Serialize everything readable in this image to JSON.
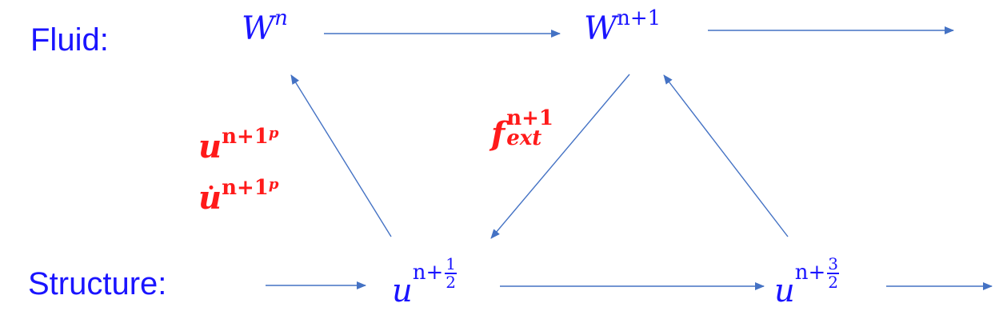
{
  "labels": {
    "fluid": "Fluid:",
    "structure": "Structure:"
  },
  "nodes": {
    "w_n": {
      "base": "W",
      "sup": "n"
    },
    "w_n1": {
      "base": "W",
      "sup": "n+1"
    },
    "u_half": {
      "base": "u",
      "sup_prefix": "n+",
      "frac_num": "1",
      "frac_den": "2"
    },
    "u_three_half": {
      "base": "u",
      "sup_prefix": "n+",
      "frac_num": "3",
      "frac_den": "2"
    }
  },
  "annotations": {
    "predicted_displacement": {
      "base": "u",
      "sup": "n+1",
      "pexp": "p"
    },
    "predicted_velocity": {
      "base": "u",
      "sup": "n+1",
      "pexp": "p"
    },
    "external_force": {
      "base": "f",
      "sup": "n+1",
      "sub": "ext"
    }
  },
  "colors": {
    "label": "#1a14ff",
    "node": "#1a14ff",
    "annotation": "#ff1a1a",
    "arrow": "#4472c4"
  }
}
